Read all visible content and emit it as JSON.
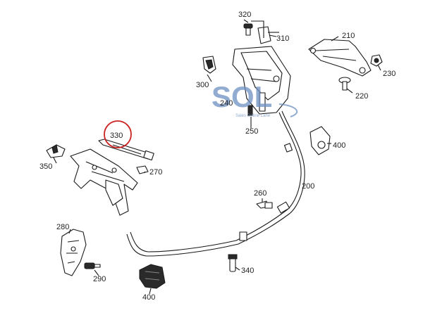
{
  "diagram": {
    "callouts": {
      "c320": "320",
      "c310": "310",
      "c210": "210",
      "c230": "230",
      "c220": "220",
      "c300": "300",
      "c240": "240",
      "c250": "250",
      "c330": "330",
      "c400a": "400",
      "c350": "350",
      "c270": "270",
      "c200": "200",
      "c260": "260",
      "c280": "280",
      "c290": "290",
      "c340": "340",
      "c400b": "400"
    },
    "highlight": {
      "part": "330",
      "color": "#cc2222"
    },
    "watermark": {
      "logo": "SOL",
      "tagline": "Sales Online Lane",
      "color": "#6d8fc2"
    }
  }
}
